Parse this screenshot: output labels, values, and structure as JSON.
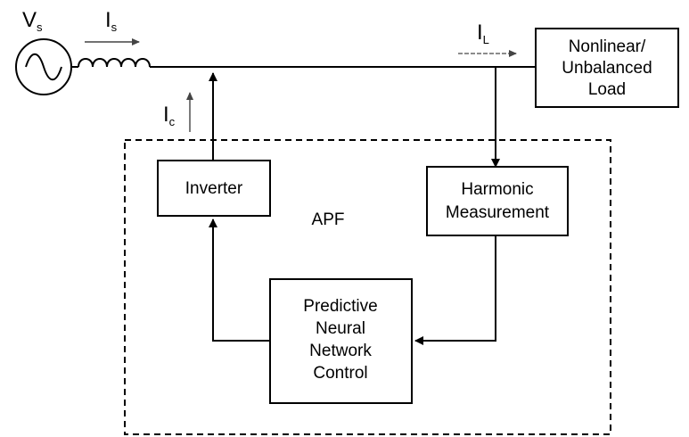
{
  "labels": {
    "source_voltage": "V",
    "source_voltage_sub": "s",
    "source_current": "I",
    "source_current_sub": "s",
    "load_current": "I",
    "load_current_sub": "L",
    "compensation_current": "I",
    "compensation_current_sub": "c",
    "apf": "APF"
  },
  "blocks": {
    "load": [
      "Nonlinear/",
      "Unbalanced",
      "Load"
    ],
    "inverter": [
      "Inverter"
    ],
    "harmonic": [
      "Harmonic",
      "Measurement"
    ],
    "control": [
      "Predictive",
      "Neural",
      "Network",
      "Control"
    ]
  }
}
